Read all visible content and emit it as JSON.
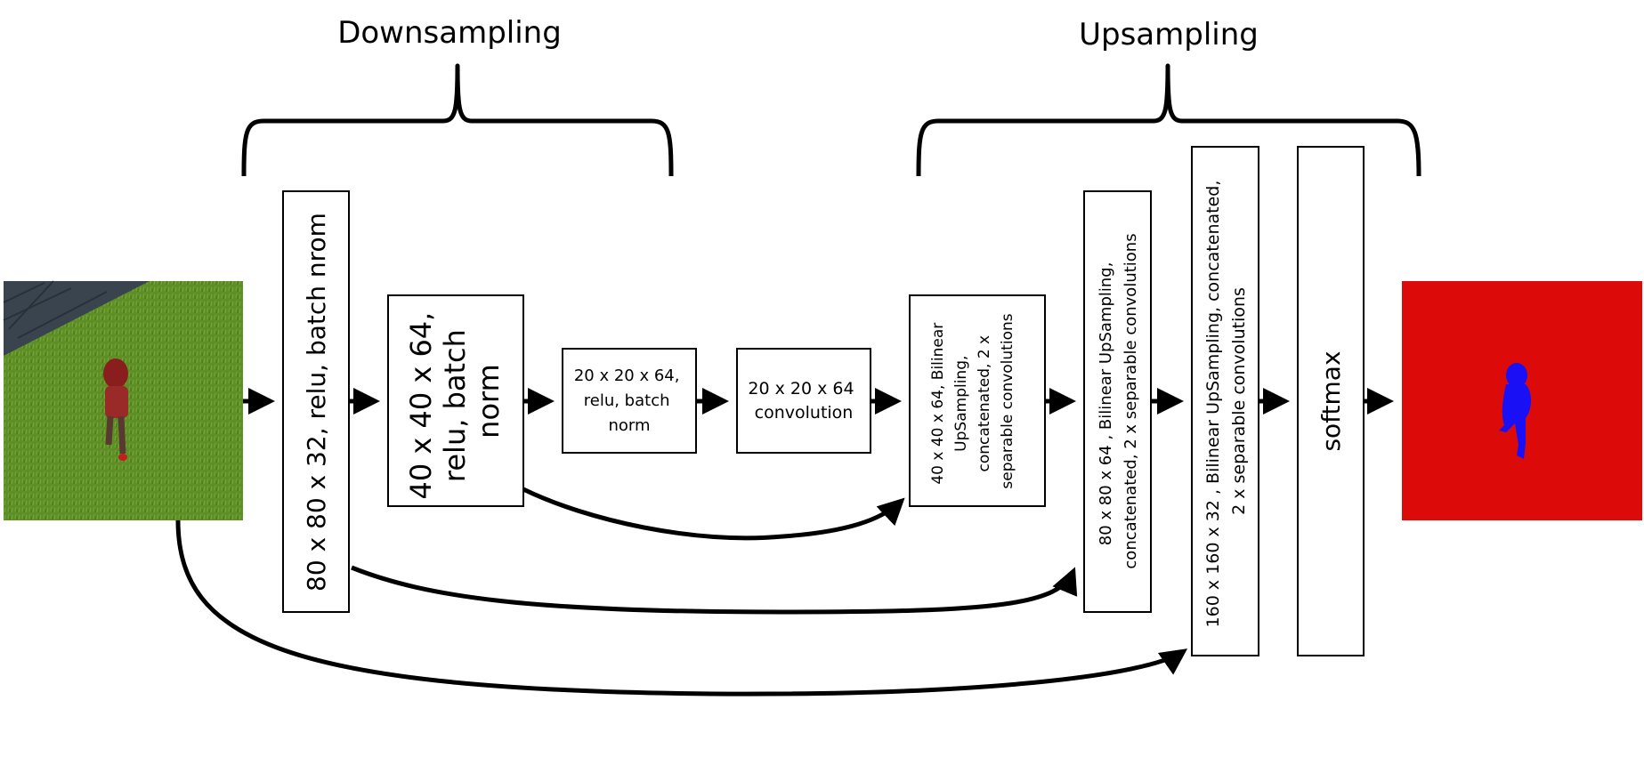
{
  "sections": {
    "downsampling": "Downsampling",
    "upsampling": "Upsampling"
  },
  "blocks": [
    {
      "id": "enc1",
      "lines": [
        "80 x 80 x 32, relu, batch nrom"
      ]
    },
    {
      "id": "enc2",
      "lines": [
        "40 x 40 x 64,",
        "relu, batch",
        "norm"
      ]
    },
    {
      "id": "enc3",
      "lines": [
        "20 x 20 x 64,",
        "relu, batch",
        "norm"
      ]
    },
    {
      "id": "mid",
      "lines": [
        "20 x 20 x 64",
        "convolution"
      ]
    },
    {
      "id": "dec1",
      "lines": [
        "40 x 40 x 64, Bilinear",
        "UpSampling,",
        "concatenated, 2 x",
        "separable convolutions"
      ]
    },
    {
      "id": "dec2",
      "lines": [
        "80 x 80 x 64 , Bilinear UpSampling,",
        "concatenated, 2 x separable convolutions"
      ]
    },
    {
      "id": "dec3",
      "lines": [
        "160 x 160 x 32 , Bilinear UpSampling, concatenated,",
        "2 x separable convolutions"
      ]
    },
    {
      "id": "softmax",
      "lines": [
        "softmax"
      ]
    }
  ],
  "images": {
    "input": "input-scene-image",
    "output": "segmentation-mask-image"
  },
  "colors": {
    "grass": "#5a8a24",
    "wall": "#3c4650",
    "mask_bg": "#dd0a0a",
    "mask_fg": "#1a10f5",
    "figure": "#9a2a28"
  }
}
